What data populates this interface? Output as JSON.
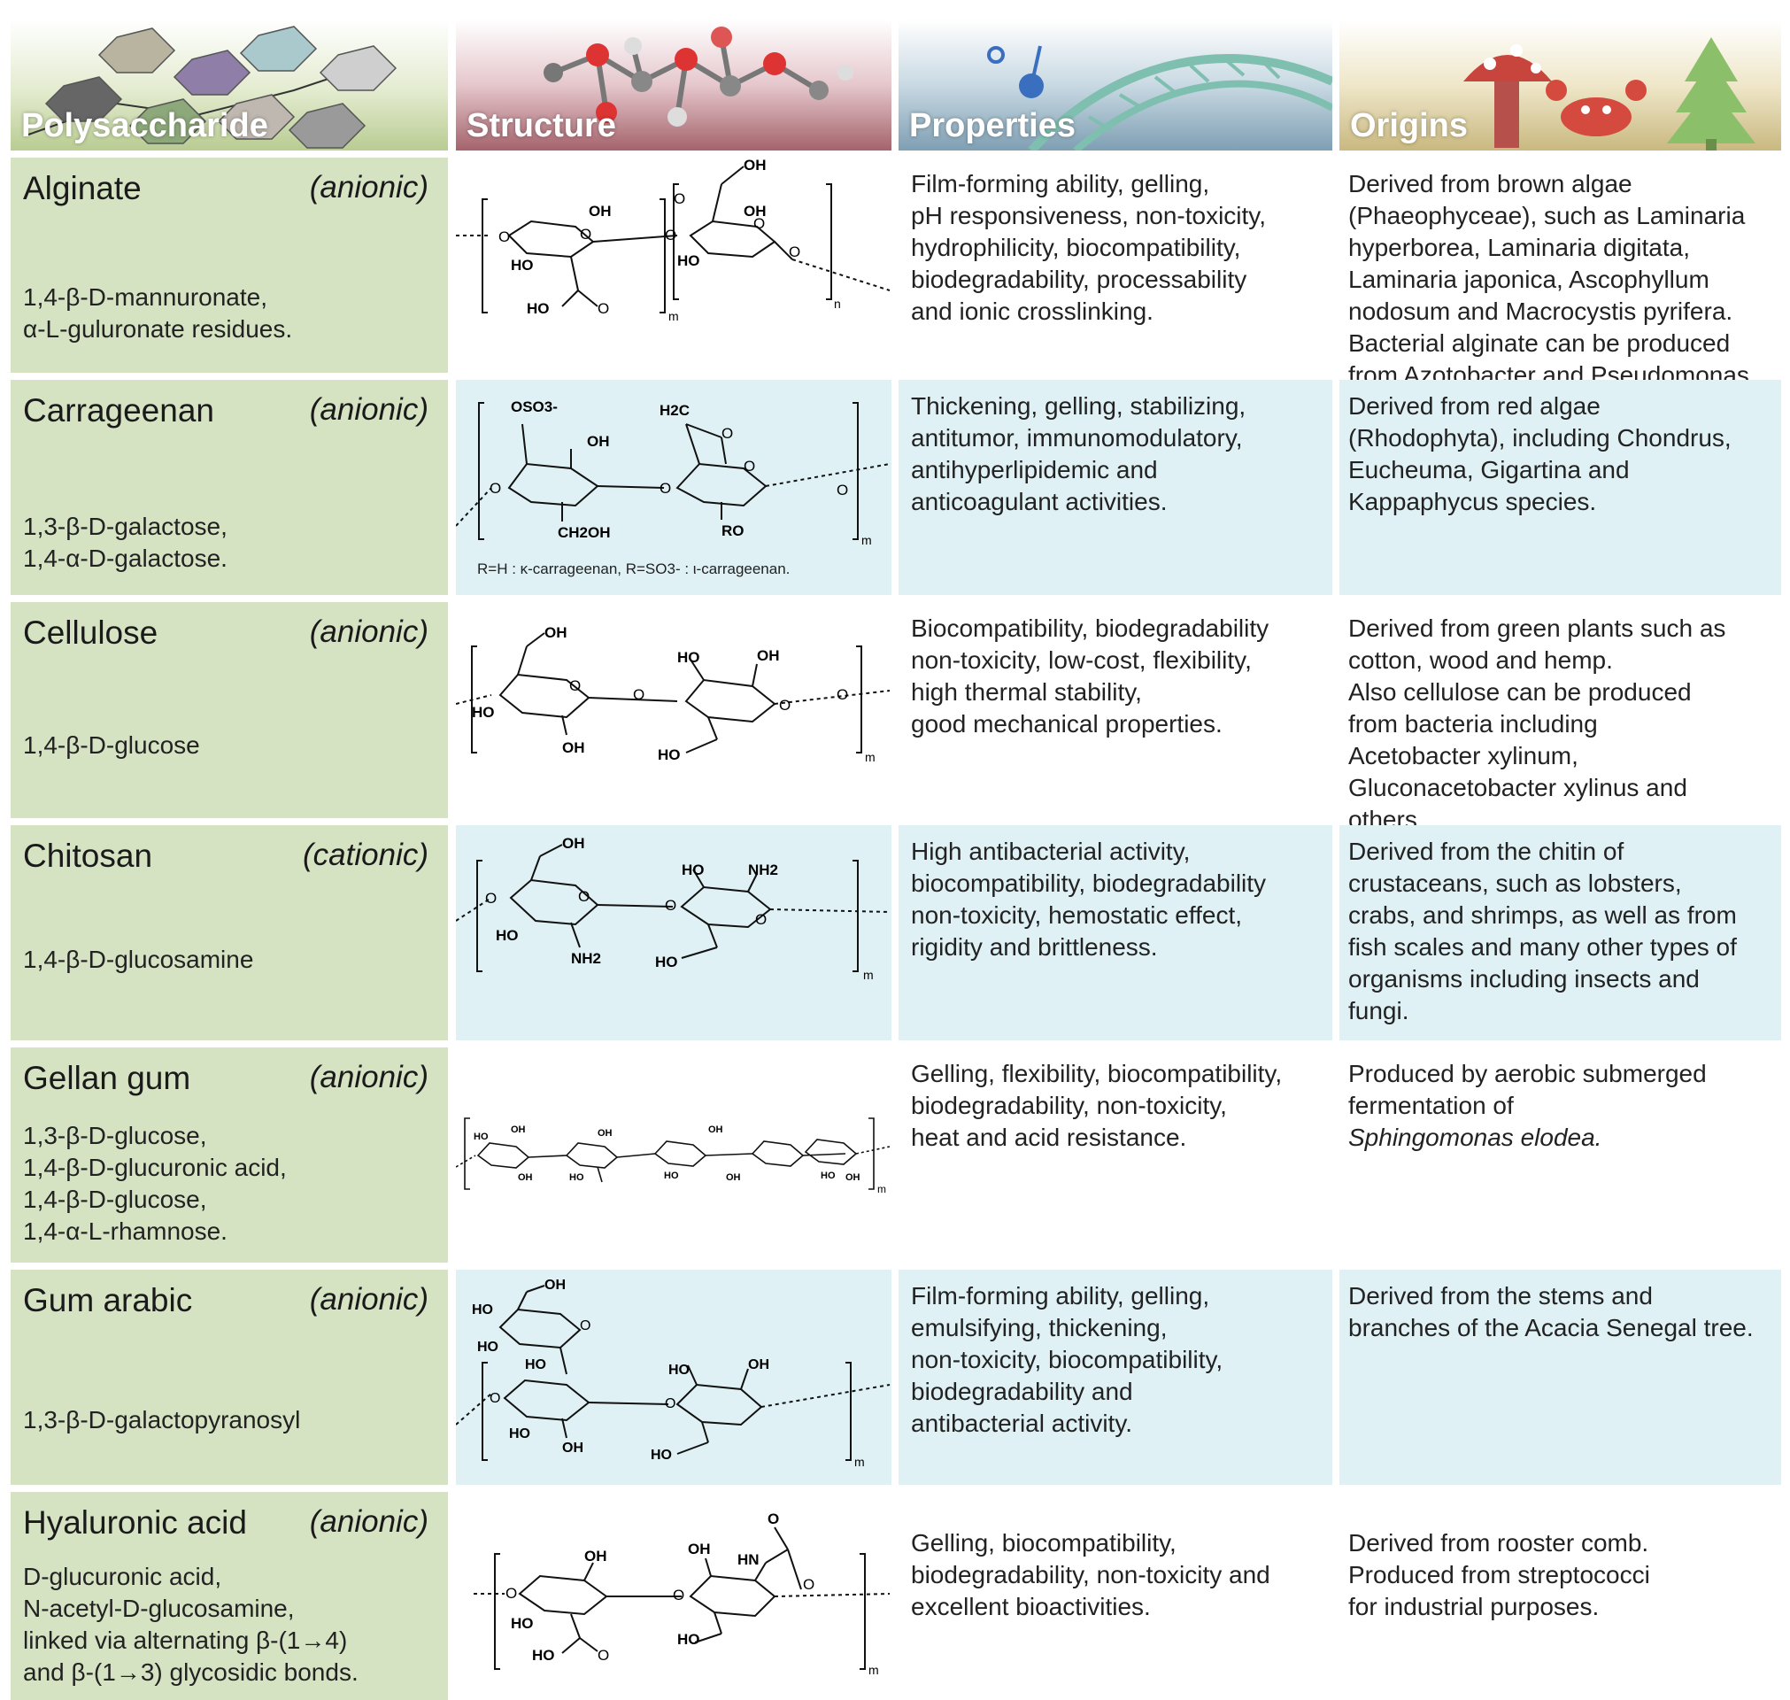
{
  "headers": {
    "polysaccharide": "Polysaccharide",
    "structure": "Structure",
    "properties": "Properties",
    "origins": "Origins"
  },
  "rows": [
    {
      "name": "Alginate",
      "type": "(anionic)",
      "residues": [
        "1,4-β-D-mannuronate,",
        "α-L-guluronate residues."
      ],
      "properties": [
        "Film-forming ability, gelling,",
        "pH responsiveness, non-toxicity,",
        "hydrophilicity, biocompatibility,",
        "biodegradability, processability",
        "and ionic crosslinking."
      ],
      "origins": [
        "Derived from brown algae",
        "(Phaeophyceae), such as Laminaria",
        "hyperborea, Laminaria digitata,",
        "Laminaria japonica, Ascophyllum",
        "nodosum and Macrocystis pyrifera.",
        "Bacterial alginate can be produced",
        "from Azotobacter and Pseudomonas."
      ],
      "structure_labels": [
        "OH",
        "OH",
        "O",
        "O",
        "O",
        "O",
        "O",
        "OH",
        "O",
        "HO",
        "HO",
        "HO",
        "O",
        "m",
        "n"
      ]
    },
    {
      "name": "Carrageenan",
      "type": "(anionic)",
      "residues": [
        "1,3-β-D-galactose,",
        "1,4-α-D-galactose."
      ],
      "properties": [
        "Thickening, gelling, stabilizing,",
        "antitumor, immunomodulatory,",
        "antihyperlipidemic and",
        "anticoagulant activities."
      ],
      "origins": [
        "Derived from red algae",
        "(Rhodophyta), including Chondrus,",
        "Eucheuma, Gigartina and",
        "Kappaphycus species."
      ],
      "structure_labels": [
        "OSO3-",
        "OH",
        "H2C",
        "O",
        "O",
        "O",
        "O",
        "O",
        "CH2OH",
        "RO",
        "m"
      ],
      "note": "R=H : κ-carrageenan, R=SO3- : ι-carrageenan."
    },
    {
      "name": "Cellulose",
      "type": "(anionic)",
      "residues": [
        "1,4-β-D-glucose"
      ],
      "properties": [
        "Biocompatibility, biodegradability",
        "non-toxicity, low-cost, flexibility,",
        "high thermal stability,",
        "good mechanical properties."
      ],
      "origins": [
        "Derived from green plants such as",
        "cotton, wood and hemp.",
        "Also cellulose can be produced",
        "from bacteria including",
        "Acetobacter xylinum,",
        "Gluconacetobacter xylinus and",
        "others."
      ],
      "structure_labels": [
        "OH",
        "O",
        "HO",
        "OH",
        "HO",
        "O",
        "O",
        "O",
        "OH",
        "HO",
        "m"
      ]
    },
    {
      "name": "Chitosan",
      "type": "(cationic)",
      "residues": [
        "1,4-β-D-glucosamine"
      ],
      "properties": [
        "High antibacterial activity,",
        "biocompatibility, biodegradability",
        "non-toxicity, hemostatic effect,",
        "rigidity and brittleness."
      ],
      "origins": [
        "Derived from the chitin of",
        "crustaceans, such as lobsters,",
        "crabs, and shrimps, as well as from",
        "fish scales and many other types of",
        "organisms including insects and",
        "fungi."
      ],
      "structure_labels": [
        "OH",
        "O",
        "HO",
        "NH2",
        "HO",
        "O",
        "O",
        "O",
        "NH2",
        "HO",
        "m"
      ]
    },
    {
      "name": "Gellan gum",
      "type": "(anionic)",
      "residues": [
        "1,3-β-D-glucose,",
        "1,4-β-D-glucuronic acid,",
        "1,4-β-D-glucose,",
        "1,4-α-L-rhamnose."
      ],
      "properties": [
        "Gelling, flexibility, biocompatibility,",
        "biodegradability, non-toxicity,",
        "heat and acid resistance."
      ],
      "origins": [
        "Produced by aerobic submerged",
        "fermentation of",
        "Sphingomonas elodea."
      ],
      "structure_labels": [
        "HO",
        "OH",
        "OH",
        "OH",
        "OH",
        "OH",
        "HO",
        "HO",
        "HO",
        "OH",
        "m"
      ]
    },
    {
      "name": "Gum arabic",
      "type": "(anionic)",
      "residues": [
        "1,3-β-D-galactopyranosyl"
      ],
      "properties": [
        "Film-forming ability, gelling,",
        "emulsifying, thickening,",
        "non-toxicity, biocompatibility,",
        "biodegradability and",
        "antibacterial activity."
      ],
      "origins": [
        "Derived from the stems and",
        "branches of the Acacia Senegal tree."
      ],
      "structure_labels": [
        "OH",
        "HO",
        "HO",
        "HO",
        "O",
        "O",
        "HO",
        "OH",
        "O",
        "HO",
        "OH",
        "HO",
        "m"
      ]
    },
    {
      "name": "Hyaluronic acid",
      "type": "(anionic)",
      "residues": [
        "D-glucuronic acid,",
        "N-acetyl-D-glucosamine,",
        "linked via alternating β-(1→4)",
        "and β-(1→3) glycosidic bonds."
      ],
      "properties": [
        "Gelling, biocompatibility,",
        "biodegradability, non-toxicity and",
        "excellent bioactivities."
      ],
      "origins": [
        "Derived from rooster comb.",
        "Produced from streptococci",
        "for industrial purposes."
      ],
      "structure_labels": [
        "O",
        "OH",
        "OH",
        "HN",
        "O",
        "O",
        "O",
        "HO",
        "HO",
        "HO",
        "O",
        "m"
      ]
    }
  ]
}
